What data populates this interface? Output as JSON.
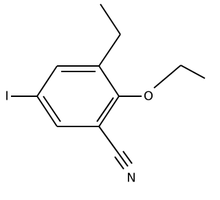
{
  "molecule": {
    "atoms": {
      "iodine": "I",
      "oxygen": "O",
      "nitrogen": "N"
    }
  }
}
